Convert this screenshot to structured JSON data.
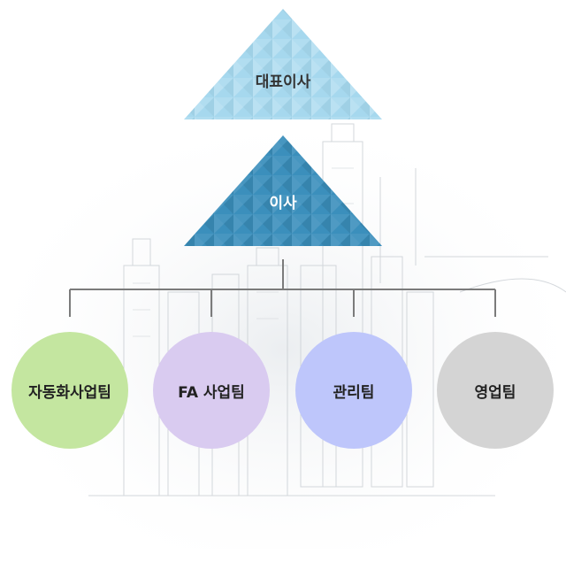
{
  "diagram": {
    "top_role": {
      "label": "대표이사",
      "color": "#a6d8ee",
      "text_color": "#333333"
    },
    "second_role": {
      "label": "이사",
      "color": "#3b8fbc",
      "text_color": "#ffffff"
    },
    "connector_color": "#7b7b7b",
    "teams": [
      {
        "label": "자동화사업팀",
        "color": "#c4e6a0"
      },
      {
        "label": "FA 사업팀",
        "color": "#d9cbf0"
      },
      {
        "label": "관리팀",
        "color": "#bec6fb"
      },
      {
        "label": "영업팀",
        "color": "#d4d4d4"
      }
    ]
  }
}
